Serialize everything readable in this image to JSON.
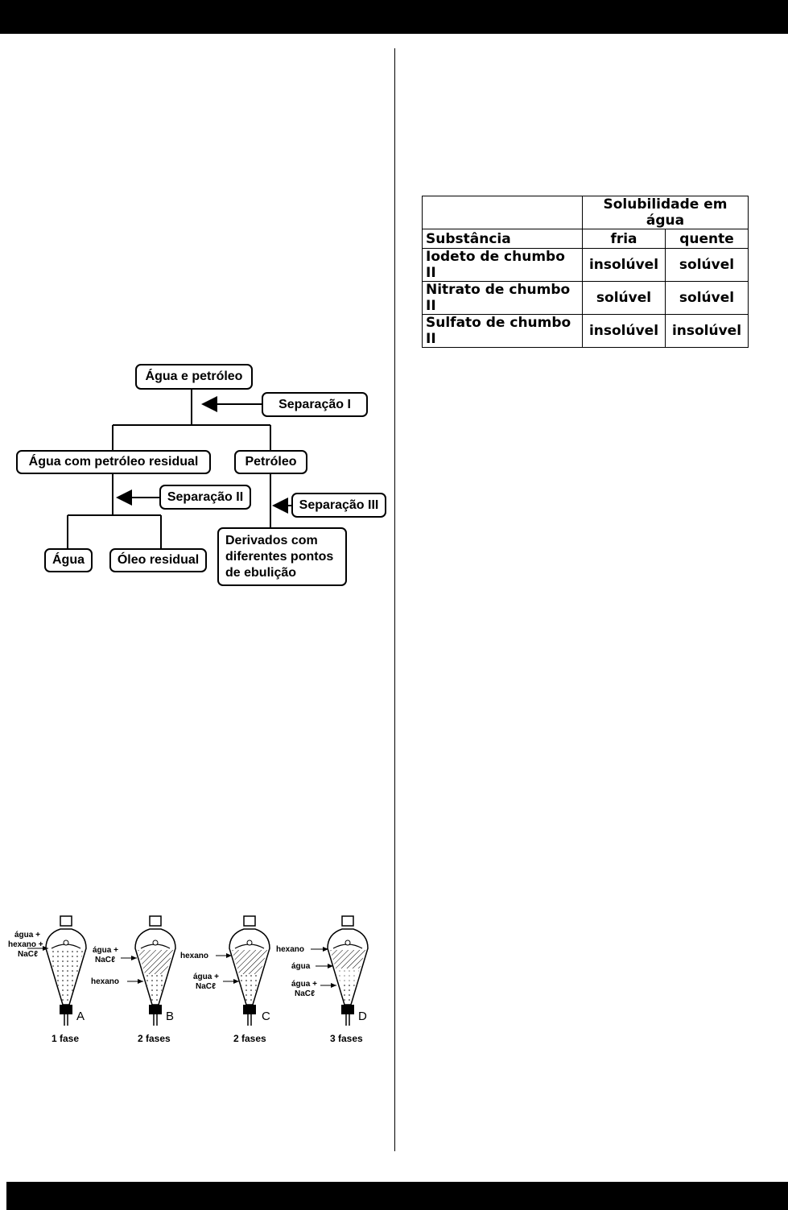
{
  "flowchart": {
    "root": "Água e petróleo",
    "sep1": "Separação I",
    "left": "Água com petróleo residual",
    "right": "Petróleo",
    "sep2": "Separação II",
    "sep3": "Separação III",
    "leaf1": "Água",
    "leaf2": "Óleo residual",
    "leaf3": "Derivados com diferentes pontos de ebulição"
  },
  "table": {
    "group_header": "Solubilidade em água",
    "col_substance": "Substância",
    "col_cold": "fria",
    "col_hot": "quente",
    "rows": [
      {
        "name": "Iodeto de chumbo II",
        "cold": "insolúvel",
        "hot": "solúvel"
      },
      {
        "name": "Nitrato de chumbo II",
        "cold": "solúvel",
        "hot": "solúvel"
      },
      {
        "name": "Sulfato de chumbo II",
        "cold": "insolúvel",
        "hot": "insolúvel"
      }
    ]
  },
  "funnels": [
    {
      "letter": "A",
      "phases": "1 fase",
      "labels": [
        "água +",
        "hexano +",
        "NaCℓ"
      ]
    },
    {
      "letter": "B",
      "phases": "2 fases",
      "labels": [
        "água +",
        "NaCℓ",
        "hexano"
      ]
    },
    {
      "letter": "C",
      "phases": "2 fases",
      "labels": [
        "hexano",
        "água +",
        "NaCℓ"
      ]
    },
    {
      "letter": "D",
      "phases": "3 fases",
      "labels": [
        "hexano",
        "água",
        "água +",
        "NaCℓ"
      ]
    }
  ]
}
